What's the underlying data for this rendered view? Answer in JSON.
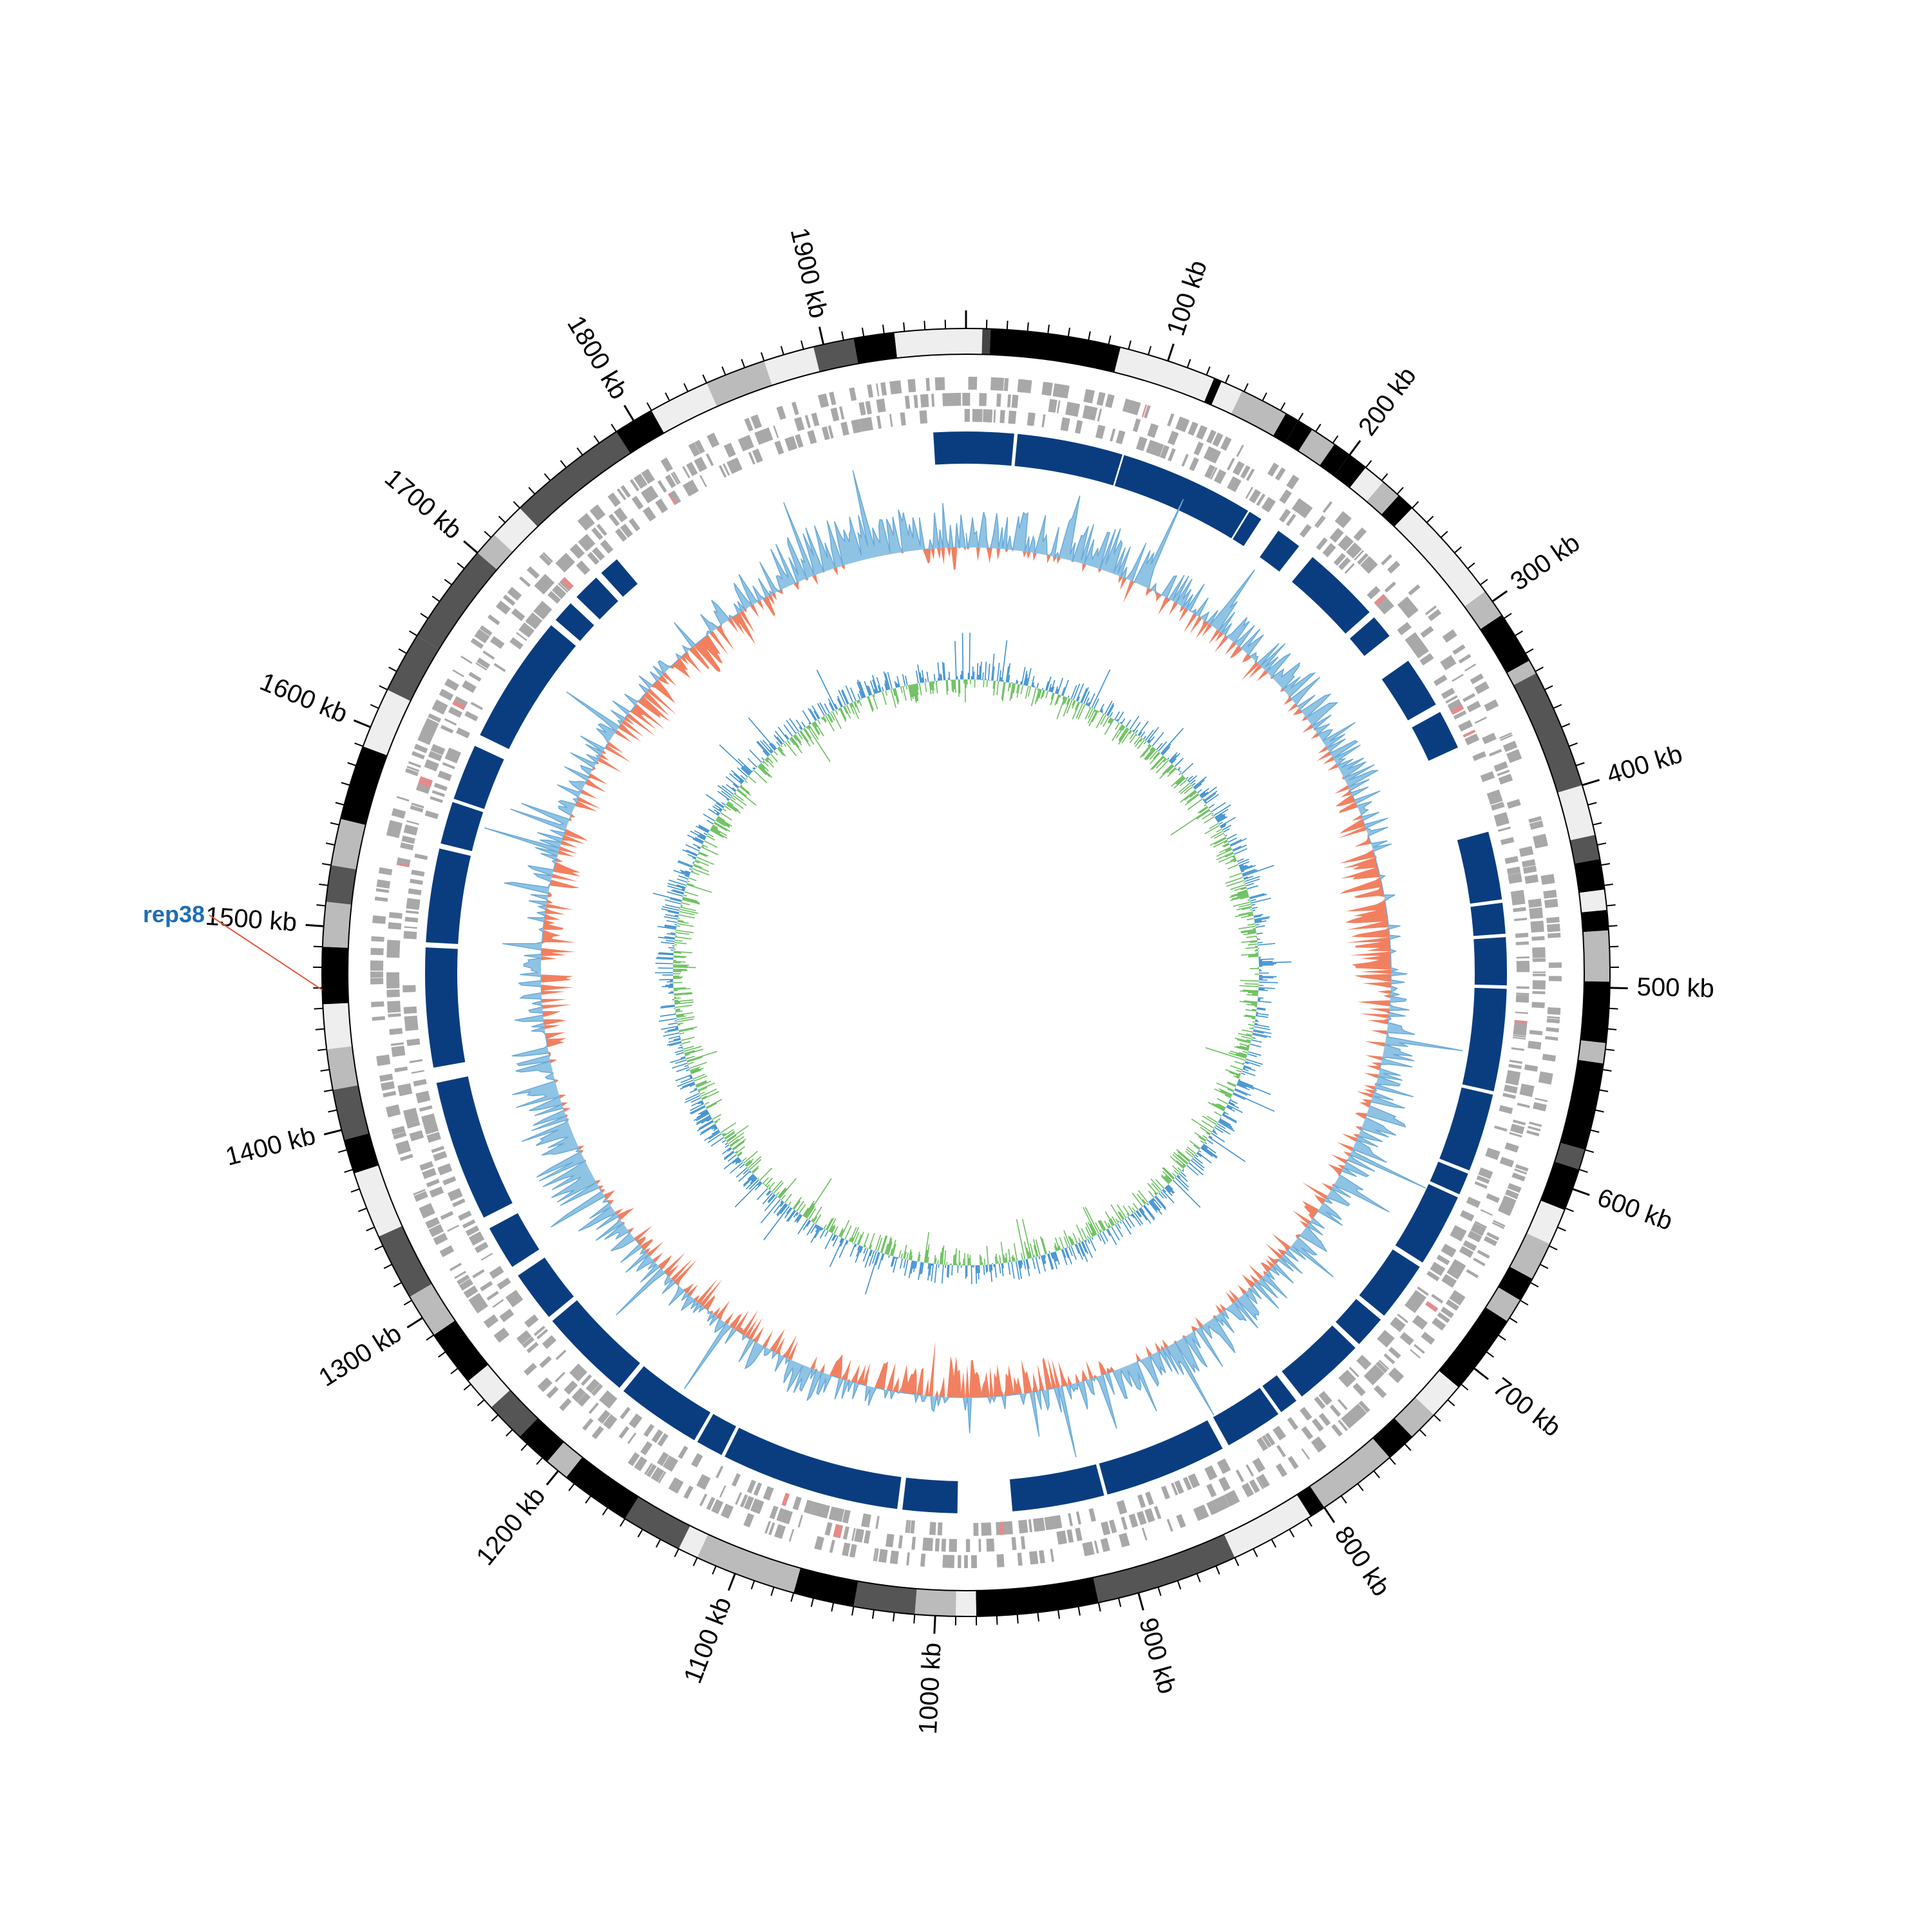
{
  "chart_data": {
    "type": "circular-genome-map",
    "genome_length_kb": 1970,
    "axis": {
      "unit_suffix": " kb",
      "major_ticks_kb": [
        100,
        200,
        300,
        400,
        500,
        600,
        700,
        800,
        900,
        1000,
        1100,
        1200,
        1300,
        1400,
        1500,
        1600,
        1700,
        1800,
        1900
      ],
      "minor_tick_kb": 10
    },
    "labels": {
      "kb_100": "100 kb",
      "kb_200": "200 kb",
      "kb_300": "300 kb",
      "kb_400": "400 kb",
      "kb_500": "500 kb",
      "kb_600": "600 kb",
      "kb_700": "700 kb",
      "kb_800": "800 kb",
      "kb_900": "900 kb",
      "kb_1000": "1000 kb",
      "kb_1100": "1100 kb",
      "kb_1200": "1200 kb",
      "kb_1300": "1300 kb",
      "kb_1400": "1400 kb",
      "kb_1500": "1500 kb",
      "kb_1600": "1600 kb",
      "kb_1700": "1700 kb",
      "kb_1800": "1800 kb",
      "kb_1900": "1900 kb"
    },
    "annotation": {
      "label": "rep38",
      "position_kb": 1469,
      "color": "#1f6eb4",
      "line_color": "#e8553b"
    },
    "tracks": {
      "karyotype": {
        "bands": [
          [
            0,
            8,
            "#eeeeee"
          ],
          [
            8,
            12,
            "#444444"
          ],
          [
            12,
            76,
            "#000000"
          ],
          [
            76,
            124,
            "#eeeeee"
          ],
          [
            124,
            128,
            "#000000"
          ],
          [
            128,
            139,
            "#eeeeee"
          ],
          [
            139,
            163,
            "#bbbbbb"
          ],
          [
            163,
            170,
            "#000000"
          ],
          [
            170,
            178,
            "#000000"
          ],
          [
            178,
            191,
            "#bbbbbb"
          ],
          [
            191,
            200,
            "#000000"
          ],
          [
            200,
            210,
            "#000000"
          ],
          [
            210,
            221,
            "#eeeeee"
          ],
          [
            221,
            231,
            "#bbbbbb"
          ],
          [
            231,
            240,
            "#000000"
          ],
          [
            240,
            294,
            "#eeeeee"
          ],
          [
            294,
            308,
            "#bbbbbb"
          ],
          [
            308,
            334,
            "#000000"
          ],
          [
            334,
            341,
            "#bbbbbb"
          ],
          [
            341,
            400,
            "#555555"
          ],
          [
            400,
            425,
            "#eeeeee"
          ],
          [
            425,
            437,
            "#555555"
          ],
          [
            437,
            452,
            "#000000"
          ],
          [
            452,
            462,
            "#eeeeee"
          ],
          [
            462,
            472,
            "#000000"
          ],
          [
            472,
            497,
            "#bbbbbb"
          ],
          [
            497,
            527,
            "#000000"
          ],
          [
            527,
            537,
            "#bbbbbb"
          ],
          [
            537,
            580,
            "#000000"
          ],
          [
            580,
            590,
            "#555555"
          ],
          [
            590,
            611,
            "#000000"
          ],
          [
            611,
            629,
            "#eeeeee"
          ],
          [
            629,
            648,
            "#bbbbbb"
          ],
          [
            648,
            660,
            "#000000"
          ],
          [
            660,
            672,
            "#bbbbbb"
          ],
          [
            672,
            712,
            "#000000"
          ],
          [
            712,
            730,
            "#eeeeee"
          ],
          [
            730,
            745,
            "#bbbbbb"
          ],
          [
            745,
            760,
            "#000000"
          ],
          [
            760,
            800,
            "#bbbbbb"
          ],
          [
            800,
            808,
            "#000000"
          ],
          [
            808,
            850,
            "#eeeeee"
          ],
          [
            850,
            920,
            "#555555"
          ],
          [
            920,
            980,
            "#000000"
          ],
          [
            980,
            990,
            "#eeeeee"
          ],
          [
            990,
            1010,
            "#bbbbbb"
          ],
          [
            1010,
            1040,
            "#555555"
          ],
          [
            1040,
            1070,
            "#000000"
          ],
          [
            1070,
            1120,
            "#bbbbbb"
          ],
          [
            1120,
            1130,
            "#eeeeee"
          ],
          [
            1130,
            1160,
            "#555555"
          ],
          [
            1160,
            1195,
            "#000000"
          ],
          [
            1195,
            1207,
            "#bbbbbb"
          ],
          [
            1207,
            1225,
            "#000000"
          ],
          [
            1225,
            1245,
            "#555555"
          ],
          [
            1245,
            1262,
            "#eeeeee"
          ],
          [
            1262,
            1290,
            "#000000"
          ],
          [
            1290,
            1312,
            "#bbbbbb"
          ],
          [
            1312,
            1345,
            "#555555"
          ],
          [
            1345,
            1378,
            "#eeeeee"
          ],
          [
            1378,
            1395,
            "#000000"
          ],
          [
            1395,
            1420,
            "#555555"
          ],
          [
            1420,
            1440,
            "#bbbbbb"
          ],
          [
            1440,
            1462,
            "#eeeeee"
          ],
          [
            1462,
            1490,
            "#000000"
          ],
          [
            1490,
            1512,
            "#bbbbbb"
          ],
          [
            1512,
            1530,
            "#555555"
          ],
          [
            1530,
            1553,
            "#bbbbbb"
          ],
          [
            1553,
            1590,
            "#000000"
          ],
          [
            1590,
            1620,
            "#eeeeee"
          ],
          [
            1620,
            1650,
            "#555555"
          ],
          [
            1650,
            1700,
            "#555555"
          ],
          [
            1700,
            1712,
            "#bbbbbb"
          ],
          [
            1712,
            1730,
            "#eeeeee"
          ],
          [
            1730,
            1790,
            "#555555"
          ],
          [
            1790,
            1810,
            "#000000"
          ],
          [
            1810,
            1840,
            "#eeeeee"
          ],
          [
            1840,
            1870,
            "#bbbbbb"
          ],
          [
            1870,
            1895,
            "#eeeeee"
          ],
          [
            1895,
            1915,
            "#555555"
          ],
          [
            1915,
            1935,
            "#000000"
          ],
          [
            1935,
            1970,
            "#eeeeee"
          ]
        ]
      },
      "contigs": {
        "color": "#0a3d80",
        "segments": [
          [
            -19,
            28
          ],
          [
            30,
            92
          ],
          [
            93,
            172
          ],
          [
            173,
            181
          ],
          [
            193,
            208
          ],
          [
            218,
            264
          ],
          [
            268,
            282
          ],
          [
            300,
            330
          ],
          [
            335,
            358
          ],
          [
            410,
            450
          ],
          [
            452,
            470
          ],
          [
            472,
            500
          ],
          [
            502,
            562
          ],
          [
            564,
            610
          ],
          [
            612,
            625
          ],
          [
            627,
            670
          ],
          [
            673,
            708
          ],
          [
            711,
            730
          ],
          [
            733,
            775
          ],
          [
            779,
            790
          ],
          [
            792,
            826
          ],
          [
            830,
            902
          ],
          [
            904,
            958
          ],
          [
            990,
            1022
          ],
          [
            1025,
            1130
          ],
          [
            1132,
            1148
          ],
          [
            1150,
            1200
          ],
          [
            1203,
            1258
          ],
          [
            1261,
            1291
          ],
          [
            1297,
            1323
          ],
          [
            1330,
            1413
          ],
          [
            1422,
            1492
          ],
          [
            1495,
            1550
          ],
          [
            1553,
            1578
          ],
          [
            1580,
            1613
          ],
          [
            1620,
            1696
          ],
          [
            1700,
            1713
          ],
          [
            1718,
            1734
          ],
          [
            1738,
            1750
          ]
        ]
      },
      "genes": {
        "color": "#a8a8a8",
        "highlight_color": "#e58b8b"
      },
      "gc_content": {
        "above_color": "#8fc3e4",
        "below_color": "#f28060",
        "line_color": "#6aaad8"
      },
      "gc_skew": {
        "positive_color": "#3c8fce",
        "negative_color": "#6abf5d"
      }
    }
  }
}
